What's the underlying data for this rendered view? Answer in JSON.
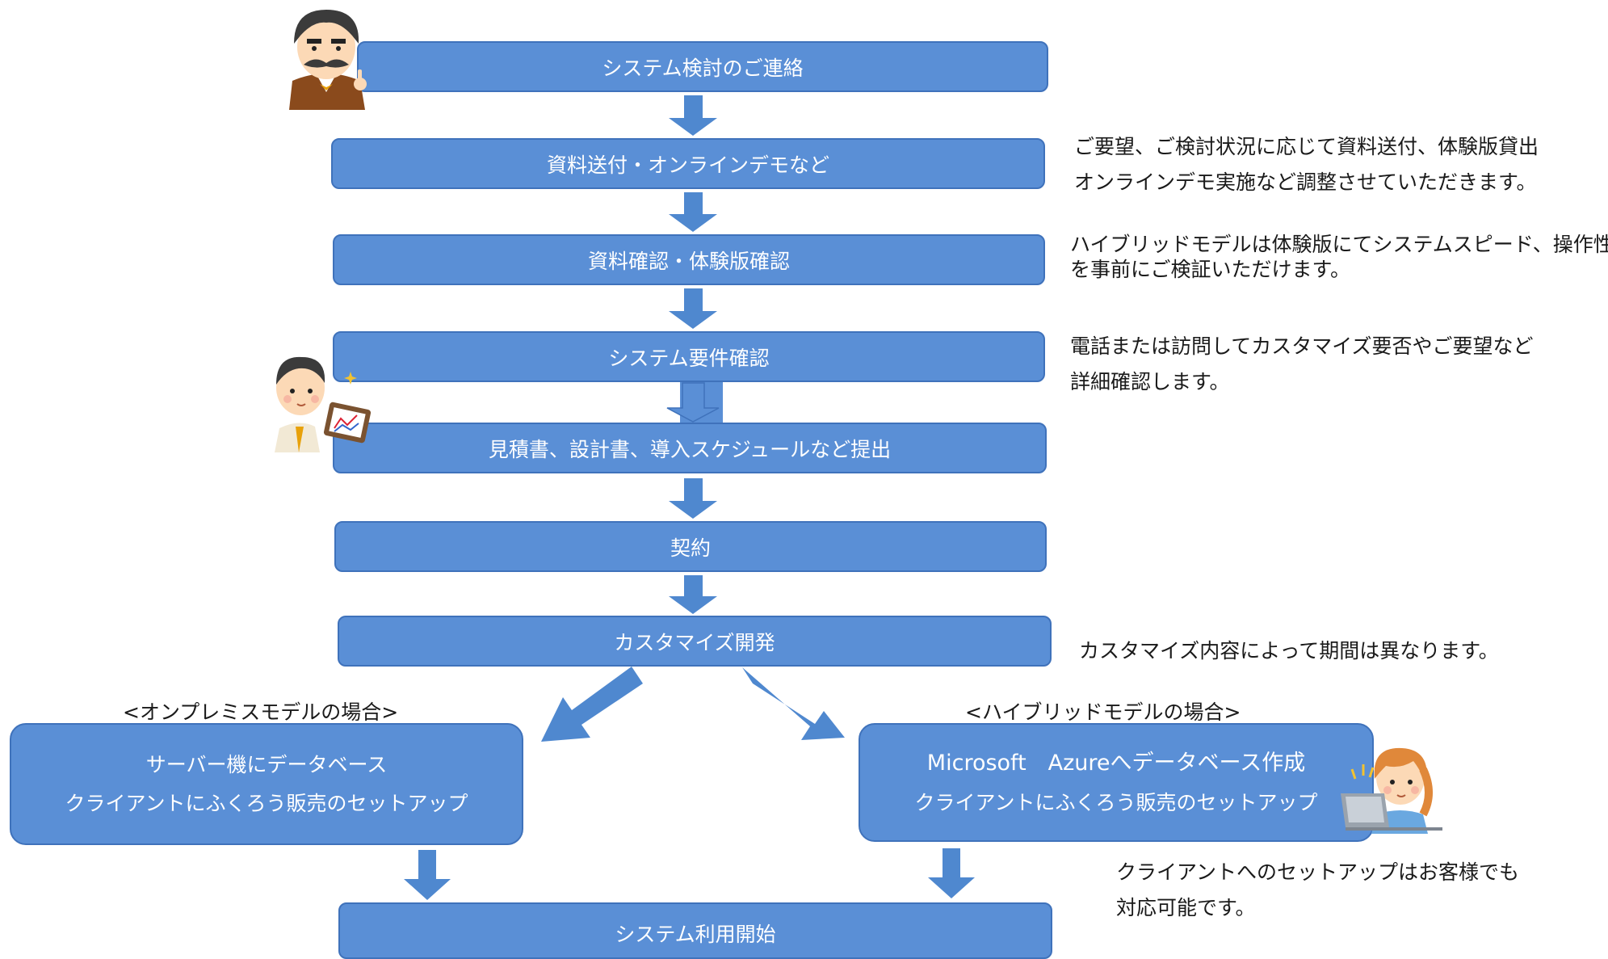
{
  "steps": {
    "contact": "システム検討のご連絡",
    "materials": "資料送付・オンラインデモなど",
    "review": "資料確認・体験版確認",
    "requirements": "システム要件確認",
    "estimate": "見積書、設計書、導入スケジュールなど提出",
    "contract": "契約",
    "customize": "カスタマイズ開発",
    "start": "システム利用開始"
  },
  "branches": {
    "onprem": {
      "caption": "<オンプレミスモデルの場合>",
      "line1": "サーバー機にデータベース",
      "line2": "クライアントにふくろう販売のセットアップ"
    },
    "hybrid": {
      "caption": "<ハイブリッドモデルの場合>",
      "line1": "Microsoft　Azureへデータベース作成",
      "line2": "クライアントにふくろう販売のセットアップ"
    }
  },
  "notes": {
    "materials": [
      "ご要望、ご検討状況に応じて資料送付、体験版貸出",
      "オンラインデモ実施など調整させていただきます。"
    ],
    "review": [
      "ハイブリッドモデルは体験版にてシステムスピード、操作性",
      "を事前にご検証いただけます。"
    ],
    "requirements": [
      "電話または訪問してカスタマイズ要否やご要望など",
      "詳細確認します。"
    ],
    "customize": "カスタマイズ内容によって期間は異なります。",
    "setup": [
      "クライアントへのセットアップはお客様でも",
      "対応可能です。"
    ]
  },
  "colors": {
    "box": "#5a8fd6",
    "box_border": "#3f72bb",
    "arrow": "#4f88cf",
    "text": "#1a1a1a"
  },
  "icons": [
    "mustache-man-icon",
    "man-with-tablet-icon",
    "woman-with-laptop-icon"
  ]
}
